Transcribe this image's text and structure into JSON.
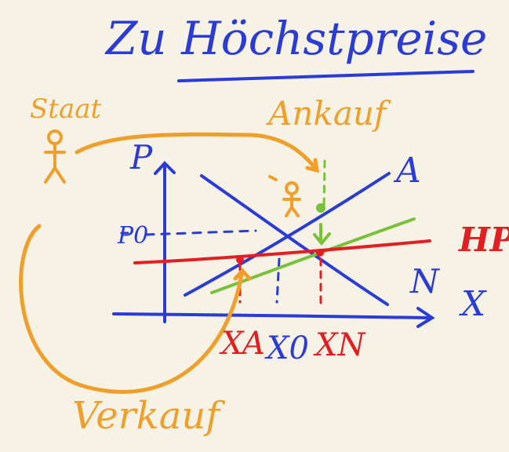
{
  "colors": {
    "background": "#f6f2e6",
    "blue": "#2b3bd6",
    "orange": "#f0a02a",
    "red": "#e11e22",
    "green": "#7ac13a"
  },
  "texts": {
    "title": "Zu Höchstpreise",
    "state": "Staat",
    "purchase": "Ankauf",
    "sale": "Verkauf",
    "price_axis": "P",
    "p0": "P0",
    "supply_label": "A",
    "demand_label": "N",
    "maximum_price": "HP",
    "quantity_axis": "X",
    "xa": "XA",
    "x0": "X0",
    "xn": "XN"
  }
}
